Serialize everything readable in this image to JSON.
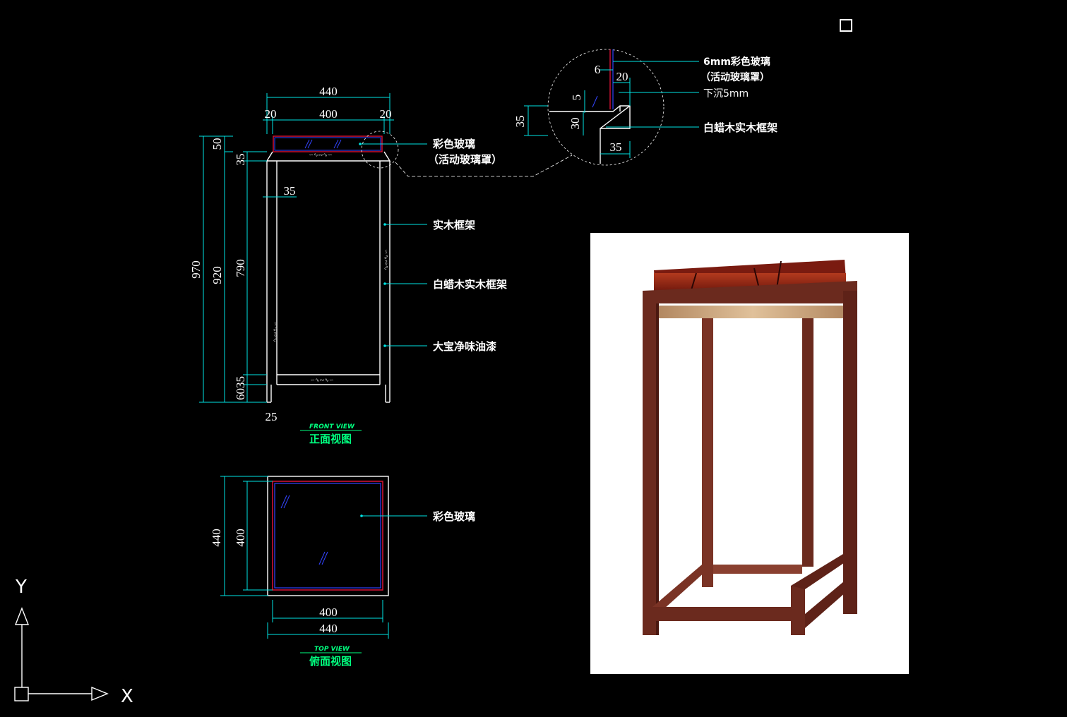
{
  "front_view": {
    "dims": {
      "width_total": "440",
      "width_inner": "400",
      "side_left": "20",
      "side_right": "20",
      "top_50": "50",
      "top_35": "35",
      "frame_35": "35",
      "height_970": "970",
      "height_920": "920",
      "height_790": "790",
      "bottom_6035": "6035",
      "leg_25": "25"
    },
    "labels": {
      "glass": "彩色玻璃",
      "glass_sub": "（活动玻璃罩）",
      "frame": "实木框架",
      "ash_frame": "白蜡木实木框架",
      "paint": "大宝净味油漆"
    },
    "title_en": "FRONT VIEW",
    "title_cn": "正面视图"
  },
  "detail": {
    "dims": {
      "d6": "6",
      "d20": "20",
      "d5": "5",
      "d35_left": "35",
      "d30": "30",
      "d35_bottom": "35"
    },
    "labels": {
      "glass": "6mm彩色玻璃",
      "glass_sub": "（活动玻璃罩）",
      "sink": "下沉5mm",
      "frame": "白蜡木实木框架"
    }
  },
  "top_view": {
    "dims": {
      "height_440": "440",
      "height_400": "400",
      "width_400": "400",
      "width_440": "440"
    },
    "labels": {
      "glass": "彩色玻璃"
    },
    "title_en": "TOP VIEW",
    "title_cn": "俯面视图"
  },
  "ucs": {
    "x_label": "X",
    "y_label": "Y"
  },
  "colors": {
    "background": "#000000",
    "dimension": "#00e5e5",
    "outline": "#ffffff",
    "glass": "#cc1133",
    "title": "#00ff7f",
    "wood": "#6b2a1e",
    "glass_top": "#8a1a10",
    "brass": "#c8a27a"
  },
  "photo": {
    "subject": "side-table-photo"
  }
}
